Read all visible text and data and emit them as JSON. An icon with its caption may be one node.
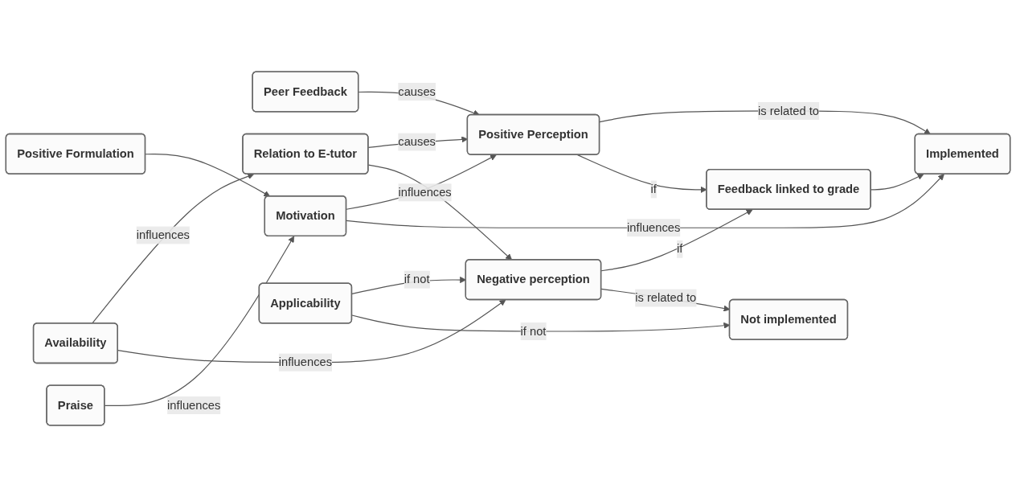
{
  "diagram": {
    "nodes": [
      {
        "text": [
          "Peer Feedback"
        ]
      },
      {
        "text": [
          "Positive Formulation"
        ]
      },
      {
        "text": [
          "Praise"
        ]
      },
      {
        "text": [
          "Motivation"
        ]
      },
      {
        "text": [
          "Positive Perception"
        ]
      },
      {
        "text": [
          "Implemented"
        ]
      },
      {
        "text": [
          "Availability"
        ]
      },
      {
        "text": [
          "Relation to E-tutor"
        ]
      },
      {
        "text": [
          "Feedback linked to grade"
        ]
      },
      {
        "text": [
          "Not implemented"
        ]
      },
      {
        "text": [
          "Negative perception"
        ]
      },
      {
        "text": [
          "Applicability"
        ]
      }
    ],
    "edges": [
      {
        "from": 1,
        "to": 3,
        "arrow": "to"
      },
      {
        "from": 2,
        "to": 3,
        "label": "influences",
        "arrow": "to"
      },
      {
        "from": 3,
        "to": 4,
        "label": "influences",
        "arrow": "to"
      },
      {
        "from": 3,
        "to": 5,
        "label": "influences",
        "arrow": "to"
      },
      {
        "from": 0,
        "to": 4,
        "label": "causes",
        "arrow": "to"
      },
      {
        "from": 4,
        "to": 5,
        "label": "is related to",
        "arrow": "to"
      },
      {
        "from": 4,
        "to": 8,
        "label": "if",
        "arrow": "to"
      },
      {
        "from": 6,
        "to": 7,
        "label": "influences",
        "arrow": "to"
      },
      {
        "from": 6,
        "to": 10,
        "label": "influences",
        "arrow": "to"
      },
      {
        "from": 7,
        "to": 4,
        "label": "causes",
        "arrow": "to"
      },
      {
        "from": 7,
        "to": 10,
        "arrow": "to"
      },
      {
        "from": 10,
        "to": 8,
        "label": "if",
        "arrow": "to"
      },
      {
        "from": 10,
        "to": 9,
        "label": "is related to",
        "arrow": "to"
      },
      {
        "from": 8,
        "to": 5,
        "arrow": "to"
      },
      {
        "from": 11,
        "to": 10,
        "label": "if not",
        "arrow": "to"
      },
      {
        "from": 11,
        "to": 9,
        "label": "if not",
        "arrow": "to"
      }
    ]
  }
}
